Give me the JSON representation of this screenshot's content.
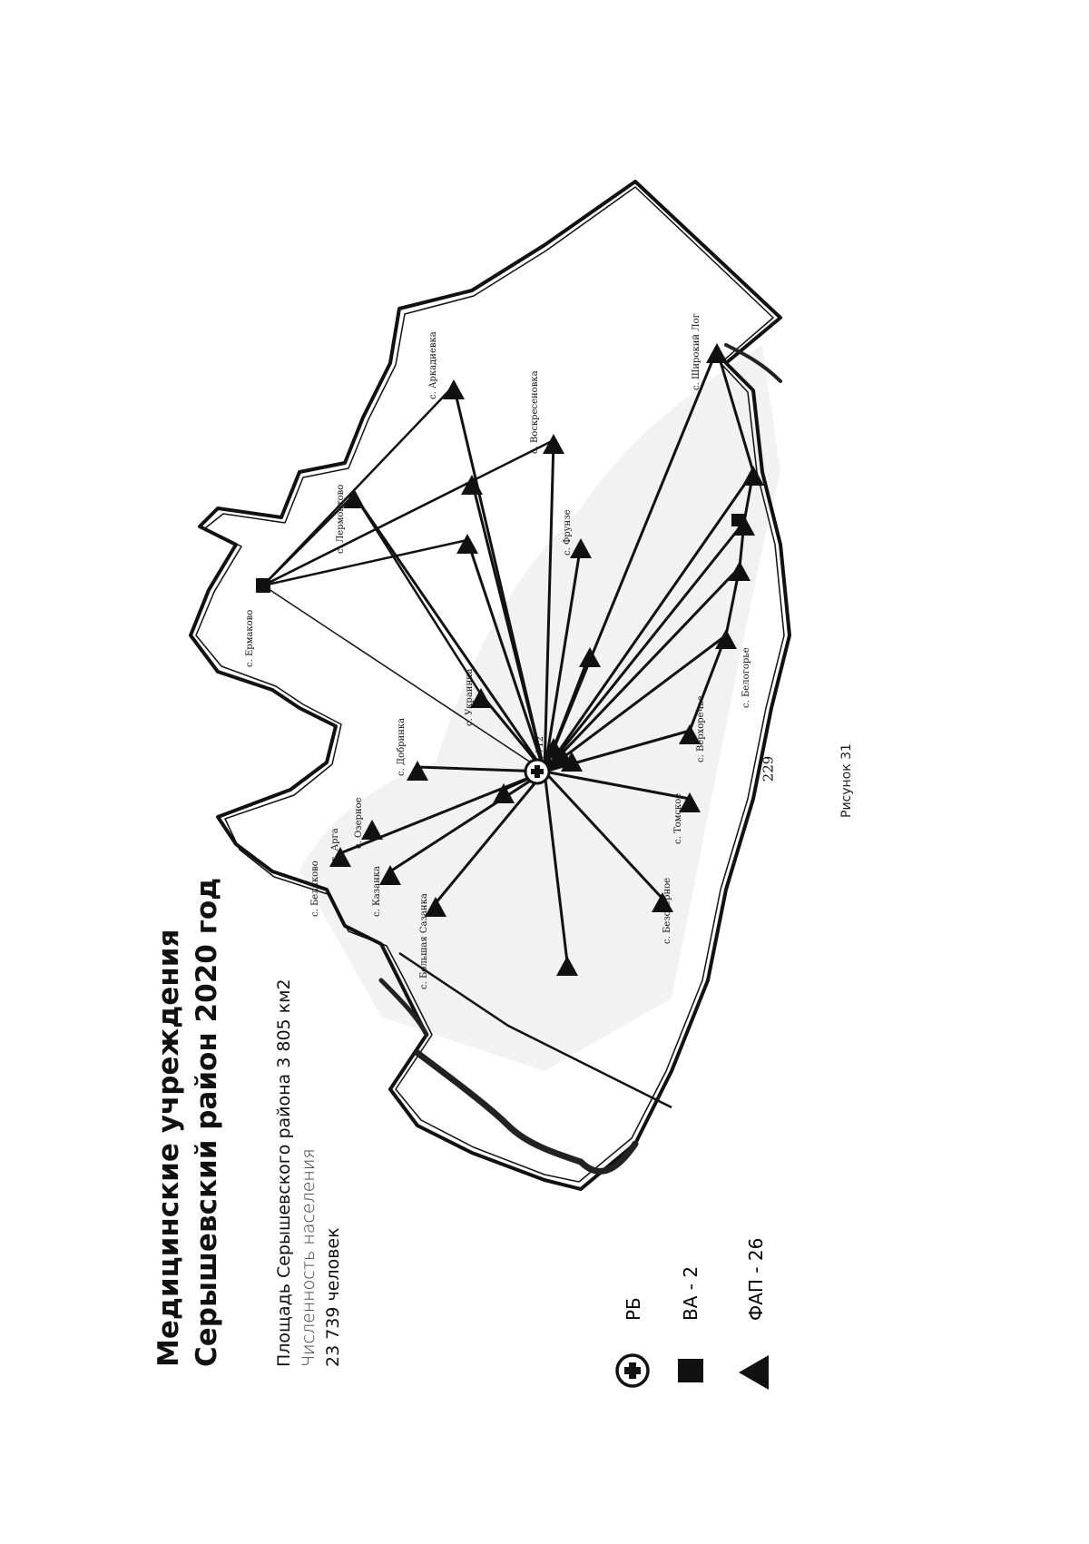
{
  "page": {
    "number": "229",
    "caption": "Рисунок 31"
  },
  "header": {
    "title_line1": "Медицинские учреждения",
    "title_line2": "Серышевский район 2020 год"
  },
  "info": {
    "area_line": "Площадь Серышевского района 3 805 км2",
    "population_label": "Численность населения",
    "population_value": "23 739 человек"
  },
  "legend": {
    "rb": {
      "label": "РБ",
      "icon": "plus-circle-icon"
    },
    "va": {
      "label": "ВА - 2",
      "icon": "square-icon"
    },
    "fap": {
      "label": "ФАП - 26",
      "icon": "triangle-icon"
    }
  },
  "map": {
    "center_label": "712",
    "places": [
      {
        "id": "ermakovo",
        "label": "с. Ермаково",
        "type": "va"
      },
      {
        "id": "lermontovo",
        "label": "с. Лермонтово",
        "type": "fap"
      },
      {
        "id": "arkadievka",
        "label": "с. Аркадиевка",
        "type": "fap"
      },
      {
        "id": "voskresenovka",
        "label": "с. Воскресеновка",
        "type": "fap"
      },
      {
        "id": "fyodorovka",
        "label": "с. Фрунзе",
        "type": "fap"
      },
      {
        "id": "shirokiy_log",
        "label": "с. Широкий Лог",
        "type": "fap"
      },
      {
        "id": "belogorie",
        "label": "с. Белогорье",
        "type": "fap"
      },
      {
        "id": "bolshaya_sazanka",
        "label": "с. Большая Сазанка",
        "type": "fap"
      },
      {
        "id": "kazanka",
        "label": "с. Казанка",
        "type": "fap"
      },
      {
        "id": "dobrinka",
        "label": "с. Добринка",
        "type": "fap"
      },
      {
        "id": "st_arga",
        "label": "ст. Арга",
        "type": "fap"
      },
      {
        "id": "ozernoe",
        "label": "с. Озерное",
        "type": "fap"
      },
      {
        "id": "belyakovo",
        "label": "с. Беляково",
        "type": "fap"
      },
      {
        "id": "tomsk",
        "label": "с. Томское",
        "type": "fap"
      },
      {
        "id": "verkhorechye",
        "label": "с. Верхоречье",
        "type": "fap"
      },
      {
        "id": "bezyokorki",
        "label": "с. Безозёрное",
        "type": "fap"
      },
      {
        "id": "ukrainka",
        "label": "с. Украинка",
        "type": "fap"
      }
    ]
  },
  "colors": {
    "ink": "#111111",
    "paper": "#ffffff",
    "shade": "#cfcfcf"
  }
}
